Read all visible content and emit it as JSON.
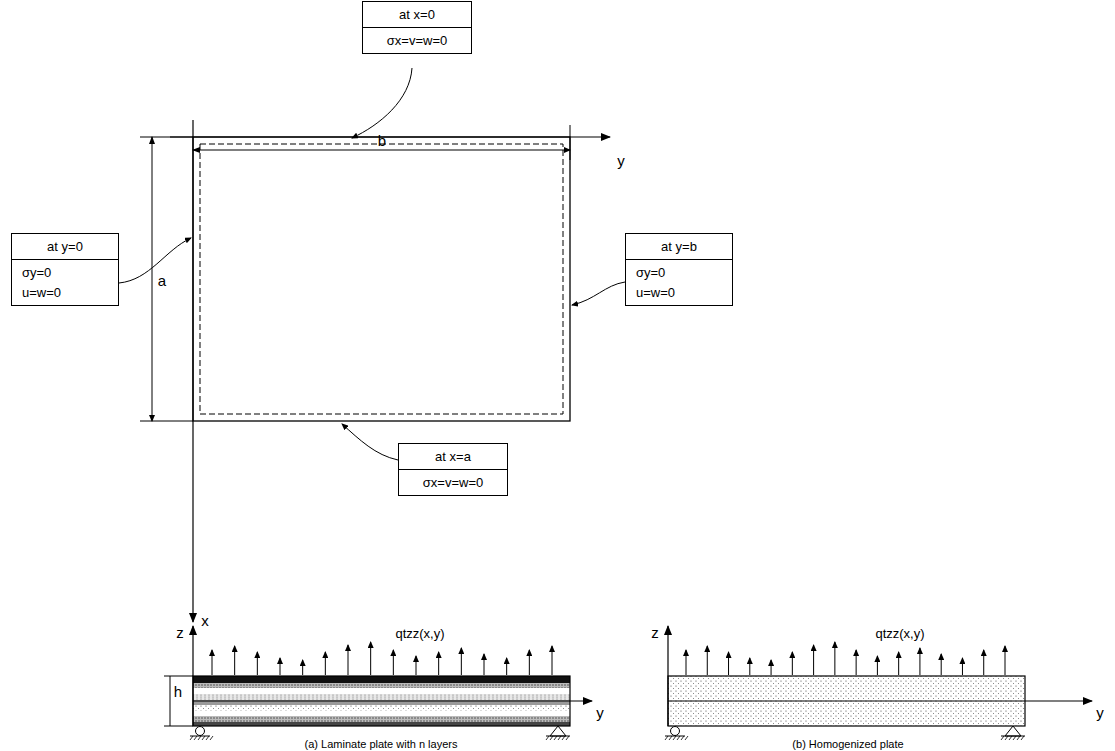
{
  "diagram": {
    "nodes": [
      {
        "text": [
          "at x=0",
          "σx=v=w=0"
        ]
      },
      {
        "text": [
          "at y=0",
          "σy=0",
          "u=w=0"
        ]
      },
      {
        "text": [
          "at y=b",
          "σy=0",
          "u=w=0"
        ]
      },
      {
        "text": [
          "at x=a",
          "σx=v=w=0"
        ]
      }
    ],
    "labels": [
      "b",
      "y",
      "a",
      "x",
      "z",
      "qtzz(x,y)",
      "h",
      "y",
      "(a) Laminate plate with n layers",
      "z",
      "qtzz(x,y)",
      "y",
      "(b) Homogenized plate"
    ]
  }
}
